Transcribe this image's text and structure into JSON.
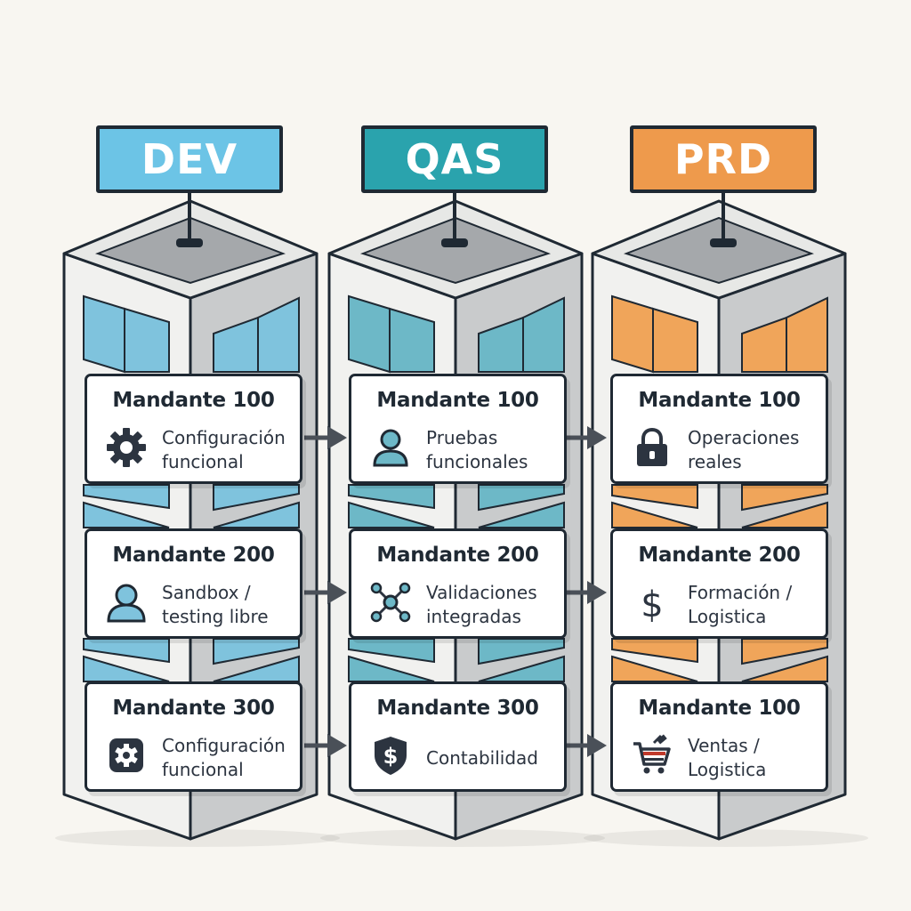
{
  "environments": [
    {
      "label": "DEV",
      "color": "#6cc4e6",
      "window_color": "#7fc3dd",
      "clients": [
        {
          "title": "Mandante 100",
          "desc": [
            "Configuración",
            "funcional"
          ],
          "icon": "gear-icon"
        },
        {
          "title": "Mandante 200",
          "desc": [
            "Sandbox /",
            "testing libre"
          ],
          "icon": "user-icon"
        },
        {
          "title": "Mandante 300",
          "desc": [
            "Configuración",
            "funcional"
          ],
          "icon": "gear-badge-icon"
        }
      ]
    },
    {
      "label": "QAS",
      "color": "#2aa3ad",
      "window_color": "#6db8c7",
      "clients": [
        {
          "title": "Mandante 100",
          "desc": [
            "Pruebas",
            "funcionales"
          ],
          "icon": "person-icon"
        },
        {
          "title": "Mandante 200",
          "desc": [
            "Validaciones",
            "integradas"
          ],
          "icon": "network-icon"
        },
        {
          "title": "Mandante 300",
          "desc": [
            "Contabilidad"
          ],
          "icon": "dollar-shield-icon"
        }
      ]
    },
    {
      "label": "PRD",
      "color": "#ee9a4c",
      "window_color": "#f0a55a",
      "clients": [
        {
          "title": "Mandante 100",
          "desc": [
            "Operaciones",
            "reales"
          ],
          "icon": "lock-icon"
        },
        {
          "title": "Mandante 200",
          "desc": [
            "Formación /",
            "Logistica"
          ],
          "icon": "dollar-icon"
        },
        {
          "title": "Mandante 100",
          "desc": [
            "Ventas /",
            "Logistica"
          ],
          "icon": "cart-icon"
        }
      ]
    }
  ],
  "colors": {
    "outline": "#1f2933",
    "tower_light": "#f1f1ef",
    "tower_dark": "#c9cbcc",
    "roof": "#a5a8ab",
    "arrow": "#4a5058"
  }
}
